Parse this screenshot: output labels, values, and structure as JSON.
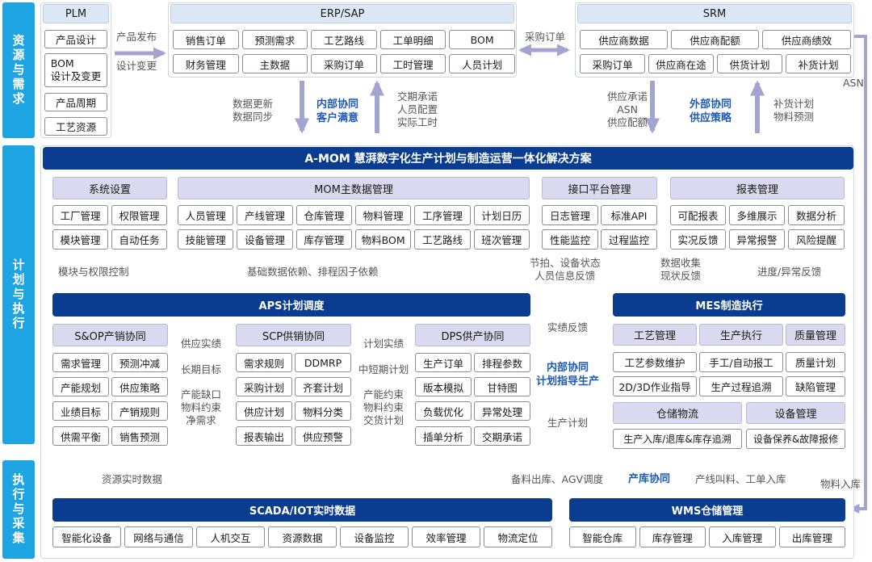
{
  "sides": {
    "resources": "资源与需求",
    "plan": "计划与执行",
    "exec": "执行与采集"
  },
  "plm": {
    "title": "PLM",
    "items": [
      "产品设计",
      "BOM\n设计及变更",
      "产品周期",
      "工艺资源"
    ]
  },
  "plm_erp_note": {
    "line1": "产品发布",
    "line2": "设计变更"
  },
  "erp": {
    "title": "ERP/SAP",
    "row1": [
      "销售订单",
      "预测需求",
      "工艺路线",
      "工单明细",
      "BOM"
    ],
    "row2": [
      "财务管理",
      "主数据",
      "采购订单",
      "工时管理",
      "人员计划"
    ]
  },
  "erp_srm_note": "采购订单",
  "srm": {
    "title": "SRM",
    "row1": [
      "供应商数据",
      "供应商配额",
      "供应商绩效"
    ],
    "row2": [
      "采购订单",
      "供应商在途",
      "供货计划",
      "补货计划"
    ]
  },
  "asn_note": "ASN",
  "left_flow": {
    "down_note": "数据更新\n数据同步",
    "center": "内部协同\n客户满意",
    "up_note": "交期承诺\n人员配置\n实际工时"
  },
  "right_flow": {
    "down_note": "供应承诺\nASN\n供应配额",
    "center": "外部协同\n供应策略",
    "up_note": "补货计划\n物料预测"
  },
  "main_title": "A-MOM 慧湃数字化生产计划与制造运营一体化解决方案",
  "sys": {
    "title": "系统设置",
    "items": [
      "工厂管理",
      "权限管理",
      "模块管理",
      "自动任务"
    ]
  },
  "mom": {
    "title": "MOM主数据管理",
    "row1": [
      "人员管理",
      "产线管理",
      "仓库管理",
      "物料管理",
      "工序管理",
      "计划日历"
    ],
    "row2": [
      "技能管理",
      "设备管理",
      "库存管理",
      "物料BOM",
      "工艺路线",
      "班次管理"
    ]
  },
  "api": {
    "title": "接口平台管理",
    "items": [
      "日志管理",
      "标准API",
      "性能监控",
      "过程监控"
    ]
  },
  "report": {
    "title": "报表管理",
    "row1": [
      "可配报表",
      "多维展示",
      "数据分析"
    ],
    "row2": [
      "实况反馈",
      "异常报警",
      "风险提醒"
    ]
  },
  "mid_notes": {
    "perm": "模块与权限控制",
    "basic": "基础数据依赖、排程因子依赖",
    "rhythm": "节拍、设备状态\n人员信息反馈",
    "collect": "数据收集\n现状反馈",
    "progress": "进度/异常反馈"
  },
  "aps": {
    "title": "APS计划调度"
  },
  "sop": {
    "title": "S&OP产销协同",
    "items": [
      "需求管理",
      "预测冲减",
      "产能规划",
      "供应策略",
      "业绩目标",
      "产销规则",
      "供需平衡",
      "销售预测"
    ]
  },
  "scp": {
    "title": "SCP供销协同",
    "items": [
      "需求规则",
      "DDMRP",
      "采购计划",
      "齐套计划",
      "供应计划",
      "物料分类",
      "报表输出",
      "供应预警"
    ]
  },
  "dps": {
    "title": "DPS供产协同",
    "items": [
      "生产订单",
      "排程参数",
      "版本模拟",
      "甘特图",
      "负载优化",
      "异常处理",
      "插单分析",
      "交期承诺"
    ]
  },
  "sop_scp_notes": {
    "top": "供应实绩",
    "mid": "长期目标",
    "bot": "产能缺口\n物料约束\n净需求"
  },
  "scp_dps_notes": {
    "top": "计划实绩",
    "mid": "中短期计划",
    "bot": "产能约束\n物料约束\n交货计划"
  },
  "aps_mes_notes": {
    "feedback": "实绩反馈",
    "center": "内部协同\n计划指导生产",
    "plan": "生产计划"
  },
  "mes": {
    "title": "MES制造执行",
    "col_headers": [
      "工艺管理",
      "生产执行",
      "质量管理"
    ],
    "row1": [
      "工艺参数维护",
      "手工/自动报工",
      "质量计划"
    ],
    "row2": [
      "2D/3D作业指导",
      "生产过程追溯",
      "缺陷管理"
    ],
    "wh_title": "仓储物流",
    "eq_title": "设备管理",
    "wh_item": "生产入库/退库&库存追溯",
    "eq_item": "设备保养&故障报修"
  },
  "bottom_notes": {
    "realtime": "资源实时数据",
    "prep": "备料出库、AGV调度",
    "center": "产库协同",
    "feed": "产线叫料、工单入库",
    "inbound": "物料入库"
  },
  "scada": {
    "title": "SCADA/IOT实时数据",
    "items": [
      "智能化设备",
      "网络与通信",
      "人机交互",
      "资源数据",
      "设备监控",
      "效率管理",
      "物流定位"
    ]
  },
  "wms": {
    "title": "WMS仓储管理",
    "items": [
      "智能仓库",
      "库存管理",
      "入库管理",
      "出库管理"
    ]
  },
  "colors": {
    "dark_blue": "#0a3d8f",
    "side_blue": "#1ea3e3",
    "arrow_lavender": "#a4a4d0",
    "arrow_red": "#b51c1c",
    "arrow_navy": "#1a4f9e"
  }
}
